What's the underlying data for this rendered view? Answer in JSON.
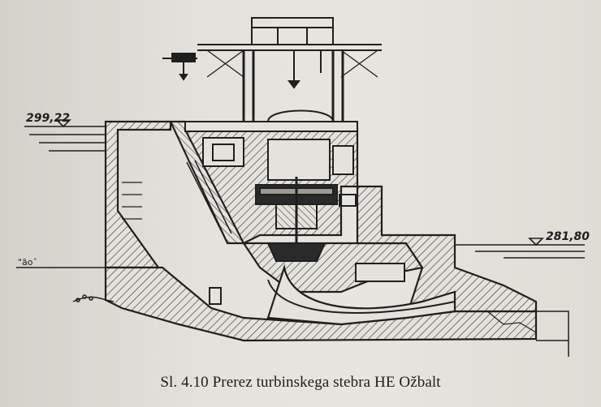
{
  "figure": {
    "caption": "Sl. 4.10 Prerez turbinskega stebra HE Ožbalt",
    "level_upstream": "299,22",
    "level_downstream": "281,80",
    "mark_small": "\"ãoˆ"
  },
  "colors": {
    "paper": "#e4e2dc",
    "ink": "#1f1f1f",
    "hatch": "#3a3a3a"
  }
}
